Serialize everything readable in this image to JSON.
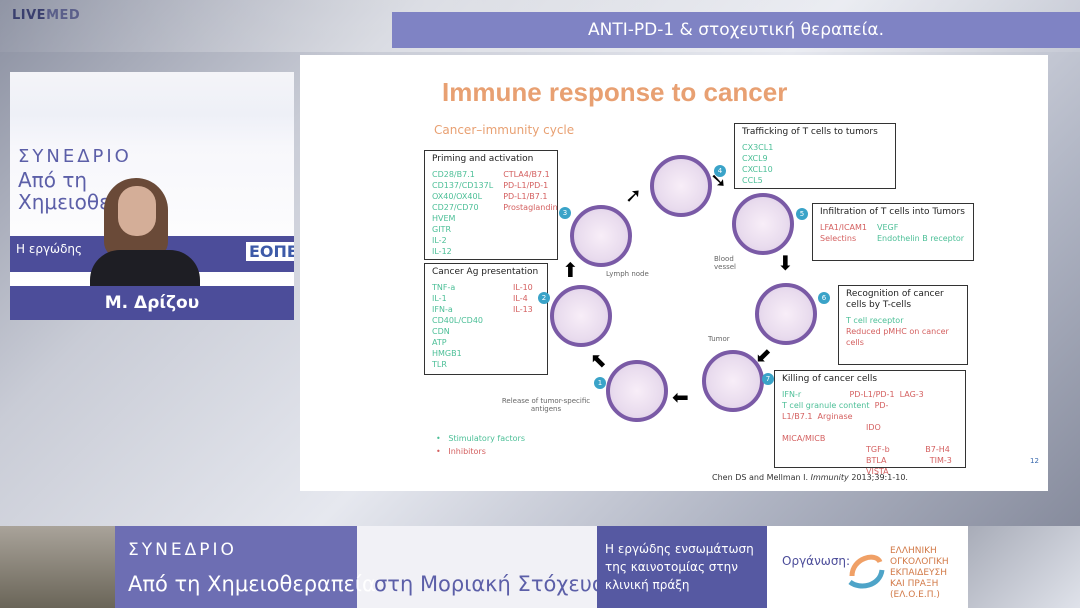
{
  "header": {
    "logo_main": "LIVE",
    "logo_sub": "MED",
    "title": "ANTI-PD-1 & στοχευτική θεραπεία."
  },
  "speaker": {
    "name": "Μ. Δρίζου",
    "banner_synedrio": "ΣΥΝΕΔΡΙΟ",
    "banner_line1": "Από τη",
    "banner_line2": "Χημειοθε",
    "banner_purple": "Η εργώδης",
    "banner_logo": "ΕΟΠΕ"
  },
  "slide": {
    "title": "Immune response to cancer",
    "cycle_label": "Cancer–immunity cycle",
    "page_number": "12",
    "citation_prefix": "Chen DS and Mellman I. ",
    "citation_journal": "Immunity",
    "citation_suffix": " 2013;39:1-10.",
    "lymph_node": "Lymph node",
    "blood_vessel": "Blood vessel",
    "tumor": "Tumor",
    "release_label": "Release of tumor-specific antigens",
    "legend": {
      "stimulatory": "Stimulatory factors",
      "inhibitors": "Inhibitors"
    },
    "boxes": {
      "priming": {
        "heading": "Priming and activation",
        "left": [
          "CD28/B7.1",
          "CD137/CD137L",
          "OX40/OX40L",
          "CD27/CD70",
          "HVEM",
          "GITR",
          "IL-2",
          "IL-12"
        ],
        "right": [
          "CTLA4/B7.1",
          "PD-L1/PD-1",
          "PD-L1/B7.1",
          "Prostaglandin"
        ]
      },
      "cancer_ag": {
        "heading": "Cancer Ag presentation",
        "left": [
          "TNF-a",
          "IL-1",
          "IFN-a",
          "CD40L/CD40",
          "CDN",
          "ATP",
          "HMGB1",
          "TLR"
        ],
        "right": [
          "IL-10",
          "IL-4",
          "IL-13"
        ]
      },
      "trafficking": {
        "heading": "Trafficking of T cells to tumors",
        "left": [
          "CX3CL1",
          "CXCL9",
          "CXCL10",
          "CCL5"
        ]
      },
      "infiltration": {
        "heading": "Infiltration of  T cells into Tumors",
        "left": [
          "LFA1/ICAM1",
          "Selectins"
        ],
        "right": [
          "VEGF",
          "Endothelin B receptor"
        ]
      },
      "recognition": {
        "heading": "Recognition of cancer cells by T-cells",
        "left": [
          "T cell receptor"
        ],
        "red": [
          "Reduced pMHC on cancer cells"
        ]
      },
      "killing": {
        "heading": "Killing  of cancer cells",
        "g1": "IFN-r",
        "g2": "T cell granule content",
        "r1": "PD-L1/PD-1",
        "r2": "LAG-3",
        "r3": "PD-L1/B7.1",
        "r4": "Arginase",
        "r5": "IDO",
        "r6": "MICA/MICB",
        "r7": "TGF-b",
        "r8": "B7-H4",
        "r9": "BTLA",
        "r10": "TIM-3",
        "r11": "VISTA"
      }
    },
    "steps": [
      "1",
      "2",
      "3",
      "4",
      "5",
      "6",
      "7"
    ]
  },
  "footer": {
    "synedrio": "ΣΥΝΕΔΡΙΟ",
    "line_white": "Από τη Χημειοθεραπεία",
    "line_purple": "στη Μοριακή Στόχευση",
    "mid_text": "Η εργώδης ενσωμάτωση της καινοτομίας στην κλινική πράξη",
    "org_label": "Οργάνωση:",
    "org_name": "ΕΛΛΗΝΙΚΗ ΟΓΚΟΛΟΓΙΚΗ ΕΚΠΑΙΔΕΥΣΗ ΚΑΙ ΠΡΑΞΗ (ΕΛ.Ο.Ε.Π.)"
  },
  "colors": {
    "accent_purple": "#7f83c4",
    "slide_title": "#e8a072",
    "green": "#4cbf97",
    "red": "#d46060"
  }
}
